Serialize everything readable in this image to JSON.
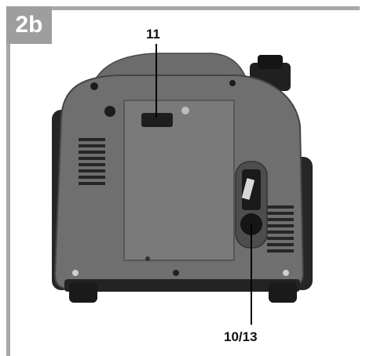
{
  "figure": {
    "badge": "2b",
    "callouts": [
      "11",
      "10/13"
    ]
  },
  "colors": {
    "frame": "#a8a8a8",
    "badge_bg": "#9e9e9e",
    "body": "#6f6f6f",
    "panel": "#7a7a7a",
    "dark": "#1c1c1c"
  }
}
